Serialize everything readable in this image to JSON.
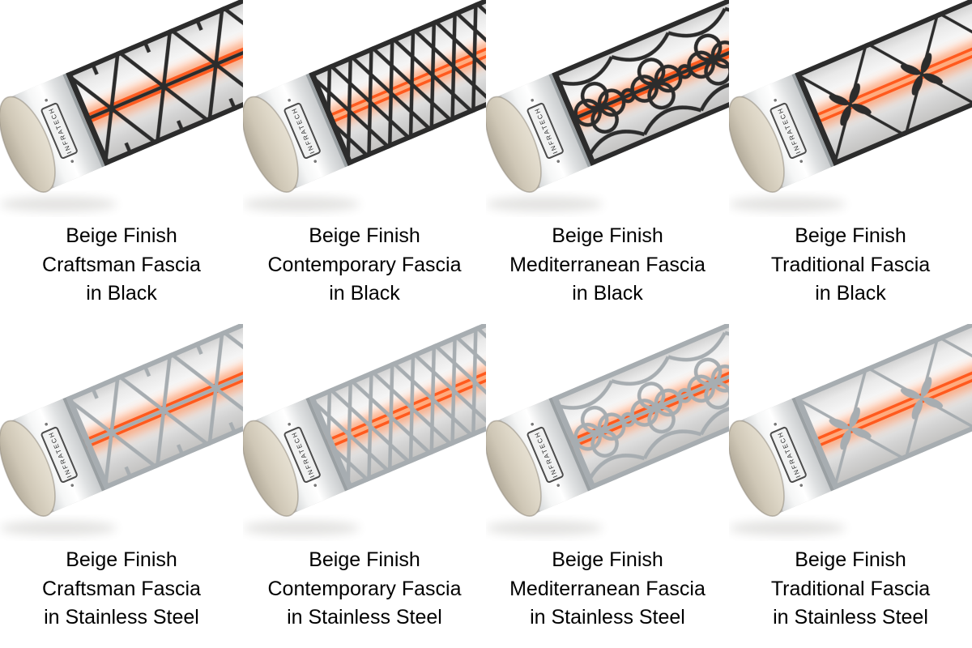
{
  "page": {
    "background": "#ffffff"
  },
  "brand": {
    "logo_text": "INFRATECH"
  },
  "colors": {
    "black_grille": "#2c2c2c",
    "stainless_grille": "#a7adb1",
    "element_core": "#ff5a1e",
    "element_glow": "#ff7430",
    "element_highlight": "#ffb488",
    "cap_beige_dark": "#b3ab9a",
    "cap_beige_light": "#e6e0d2",
    "body_light": "#fdfdfd",
    "body_shade": "#c0bfbd",
    "fascia_silver": "#dfe1e2"
  },
  "products": [
    {
      "caption": "Beige Finish\nCraftsman Fascia\nin Black",
      "pattern": "craftsman",
      "grille": "black"
    },
    {
      "caption": "Beige Finish\nContemporary Fascia\nin Black",
      "pattern": "contemporary",
      "grille": "black"
    },
    {
      "caption": "Beige Finish\nMediterranean Fascia\nin Black",
      "pattern": "mediterranean",
      "grille": "black"
    },
    {
      "caption": "Beige Finish\nTraditional Fascia\nin Black",
      "pattern": "traditional",
      "grille": "black"
    },
    {
      "caption": "Beige Finish\nCraftsman Fascia\nin Stainless Steel",
      "pattern": "craftsman",
      "grille": "stainless"
    },
    {
      "caption": "Beige Finish\nContemporary Fascia\nin Stainless Steel",
      "pattern": "contemporary",
      "grille": "stainless"
    },
    {
      "caption": "Beige Finish\nMediterranean Fascia\nin Stainless Steel",
      "pattern": "mediterranean",
      "grille": "stainless"
    },
    {
      "caption": "Beige Finish\nTraditional Fascia\nin Stainless Steel",
      "pattern": "traditional",
      "grille": "stainless"
    }
  ]
}
